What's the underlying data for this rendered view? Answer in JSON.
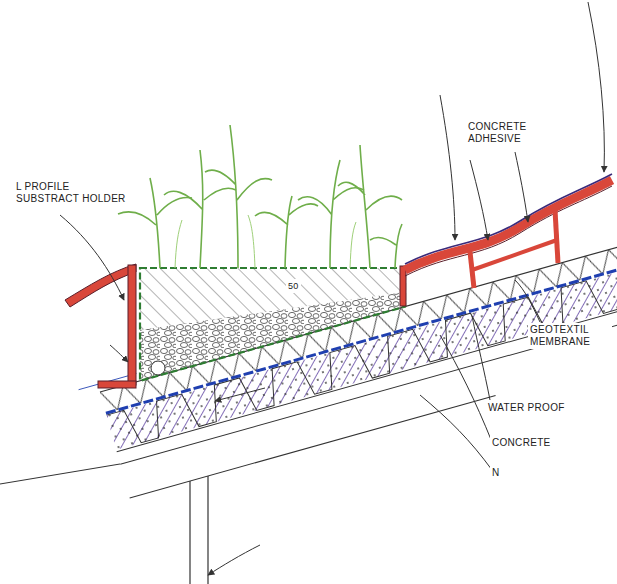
{
  "diagram": {
    "labels": [
      "CONCRETE ADHESIVE",
      "L PROFILE SUBSTRACT HOLDER",
      "50",
      "GEOTEXTIL MEMBRANE",
      "WATER PROOF",
      "CONCRETE",
      "N"
    ]
  }
}
